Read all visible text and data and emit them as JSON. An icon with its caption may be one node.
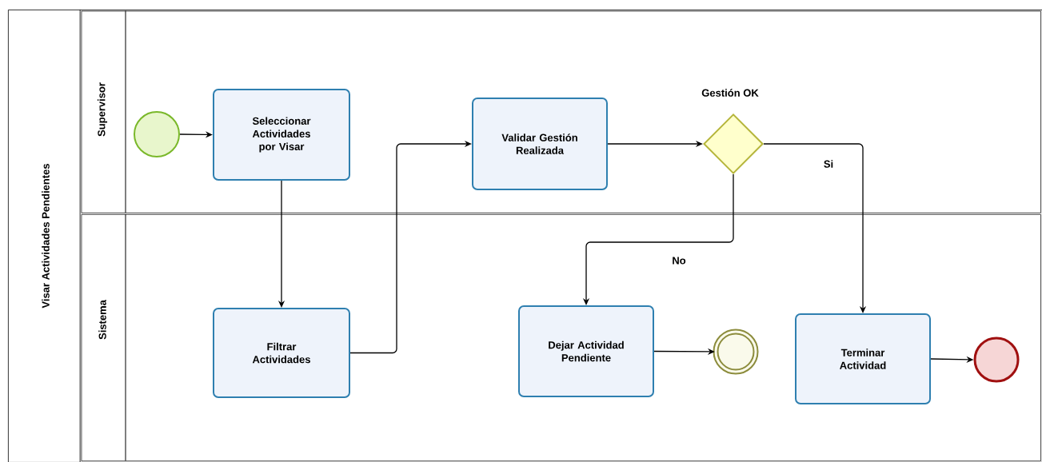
{
  "diagram": {
    "nodes": [
      {
        "text": [
          "Visar Actividades Pendientes"
        ]
      },
      {
        "text": [
          "Supervisor"
        ],
        "in": 0
      },
      {
        "text": [
          "Sistema"
        ],
        "in": 0
      },
      {
        "text": [],
        "shape": "circle",
        "in": 1
      },
      {
        "text": [
          "Seleccionar Actividades por Visar"
        ],
        "in": 1
      },
      {
        "text": [
          "Validar Gestión Realizada"
        ],
        "in": 1
      },
      {
        "text": [
          "Gestión OK"
        ],
        "in": 1
      },
      {
        "text": [
          "Filtrar Actividades"
        ],
        "in": 2
      },
      {
        "text": [
          "Dejar Actividad Pendiente"
        ],
        "in": 2
      },
      {
        "text": [],
        "shape": "circle",
        "in": 2
      },
      {
        "text": [
          "Terminar Actividad"
        ],
        "in": 2
      },
      {
        "text": [],
        "shape": "circle",
        "in": 2
      }
    ],
    "edges": [
      {
        "from": 3,
        "to": 4,
        "arrow": "to"
      },
      {
        "from": 4,
        "to": 7,
        "arrow": "to"
      },
      {
        "from": 7,
        "to": 5,
        "arrow": "to"
      },
      {
        "from": 5,
        "to": 6,
        "arrow": "to"
      },
      {
        "from": 6,
        "to": 8,
        "arrow": "to",
        "label": "No"
      },
      {
        "from": 6,
        "to": 10,
        "arrow": "to",
        "label": "Si"
      },
      {
        "from": 8,
        "to": 9,
        "arrow": "to"
      },
      {
        "from": 10,
        "to": 11,
        "arrow": "to"
      }
    ]
  }
}
